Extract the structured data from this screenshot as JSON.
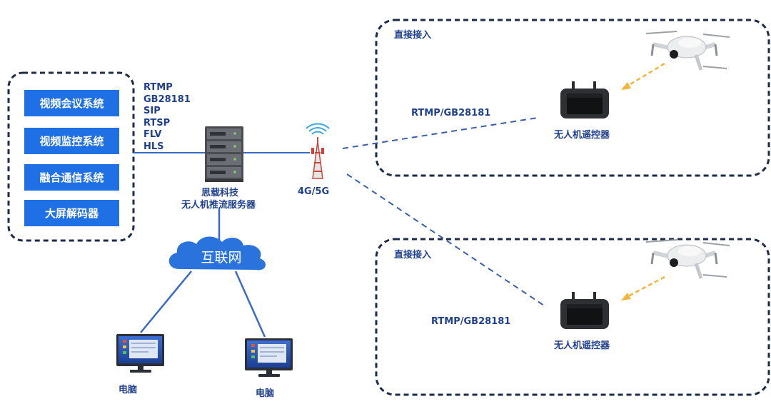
{
  "systems": [
    "视频会议系统",
    "视频监控系统",
    "融合通信系统",
    "大屏解码器"
  ],
  "protocols": [
    "RTMP",
    "GB28181",
    "SIP",
    "RTSP",
    "FLV",
    "HLS"
  ],
  "server": {
    "line1": "思载科技",
    "line2": "无人机推流服务器"
  },
  "tower": {
    "label": "4G/5G"
  },
  "cloud": {
    "label": "互联网"
  },
  "computers": [
    "电脑",
    "电脑"
  ],
  "zones": [
    {
      "title": "直接接入",
      "link_label": "RTMP/GB28181",
      "controller_label": "无人机遥控器"
    },
    {
      "title": "直接接入",
      "link_label": "RTMP/GB28181",
      "controller_label": "无人机遥控器"
    }
  ],
  "colors": {
    "accent": "#1f6fe5",
    "line": "#3a6bc4",
    "dash_line": "#3a5fb0",
    "arrow": "#f2b53a",
    "text": "#1f3f8f",
    "border": "#1c2b4a"
  }
}
